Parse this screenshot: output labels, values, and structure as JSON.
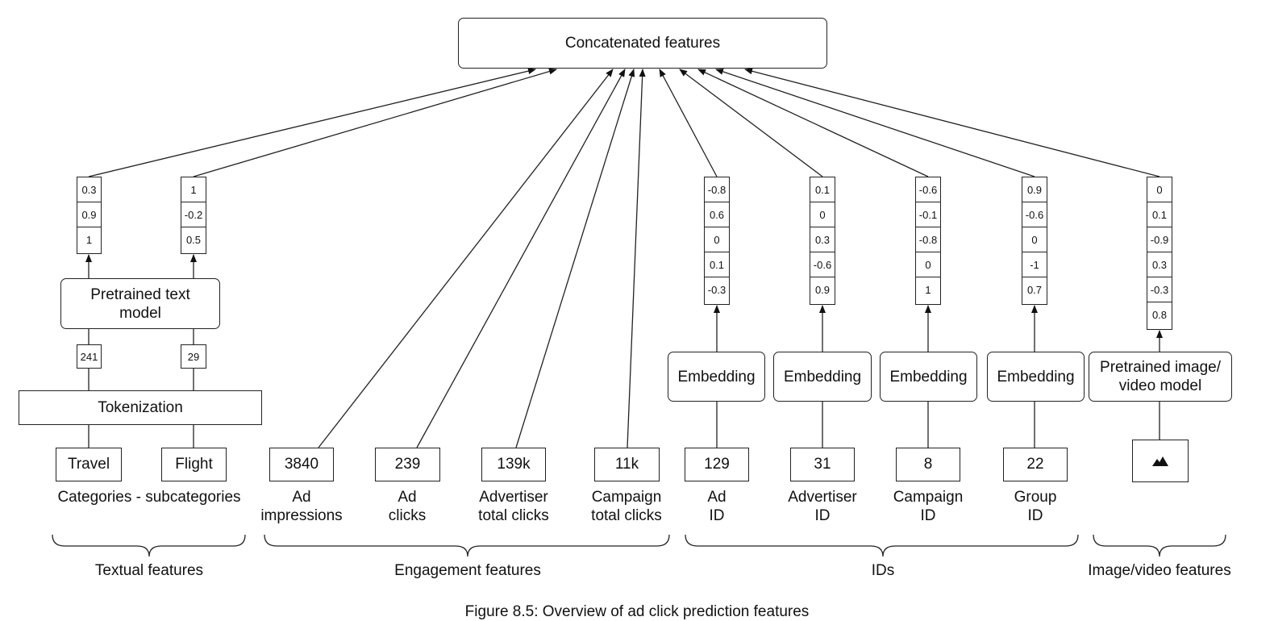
{
  "top": {
    "label": "Concatenated features"
  },
  "textual": {
    "model_label": "Pretrained text model",
    "tokenization_label": "Tokenization",
    "token_ids": [
      "241",
      "29"
    ],
    "inputs": [
      "Travel",
      "Flight"
    ],
    "input_caption": "Categories - subcategories",
    "vectors": [
      [
        "0.3",
        "0.9",
        "1"
      ],
      [
        "1",
        "-0.2",
        "0.5"
      ]
    ]
  },
  "engagement": {
    "items": [
      {
        "value": "3840",
        "label_line1": "Ad",
        "label_line2": "impressions"
      },
      {
        "value": "239",
        "label_line1": "Ad",
        "label_line2": "clicks"
      },
      {
        "value": "139k",
        "label_line1": "Advertiser",
        "label_line2": "total clicks"
      },
      {
        "value": "11k",
        "label_line1": "Campaign",
        "label_line2": "total clicks"
      }
    ]
  },
  "ids": {
    "embedding_label": "Embedding",
    "items": [
      {
        "value": "129",
        "label_line1": "Ad",
        "label_line2": "ID",
        "vector": [
          "-0.8",
          "0.6",
          "0",
          "0.1",
          "-0.3"
        ]
      },
      {
        "value": "31",
        "label_line1": "Advertiser",
        "label_line2": "ID",
        "vector": [
          "0.1",
          "0",
          "0.3",
          "-0.6",
          "0.9"
        ]
      },
      {
        "value": "8",
        "label_line1": "Campaign",
        "label_line2": "ID",
        "vector": [
          "-0.6",
          "-0.1",
          "-0.8",
          "0",
          "1"
        ]
      },
      {
        "value": "22",
        "label_line1": "Group",
        "label_line2": "ID",
        "vector": [
          "0.9",
          "-0.6",
          "0",
          "-1",
          "0.7"
        ]
      }
    ]
  },
  "image": {
    "model_label": "Pretrained image/ video model",
    "vector": [
      "0",
      "0.1",
      "-0.9",
      "0.3",
      "-0.3",
      "0.8"
    ],
    "icon": "image-icon"
  },
  "groups": [
    "Textual features",
    "Engagement features",
    "IDs",
    "Image/video features"
  ],
  "caption": "Figure 8.5: Overview of ad click prediction features"
}
